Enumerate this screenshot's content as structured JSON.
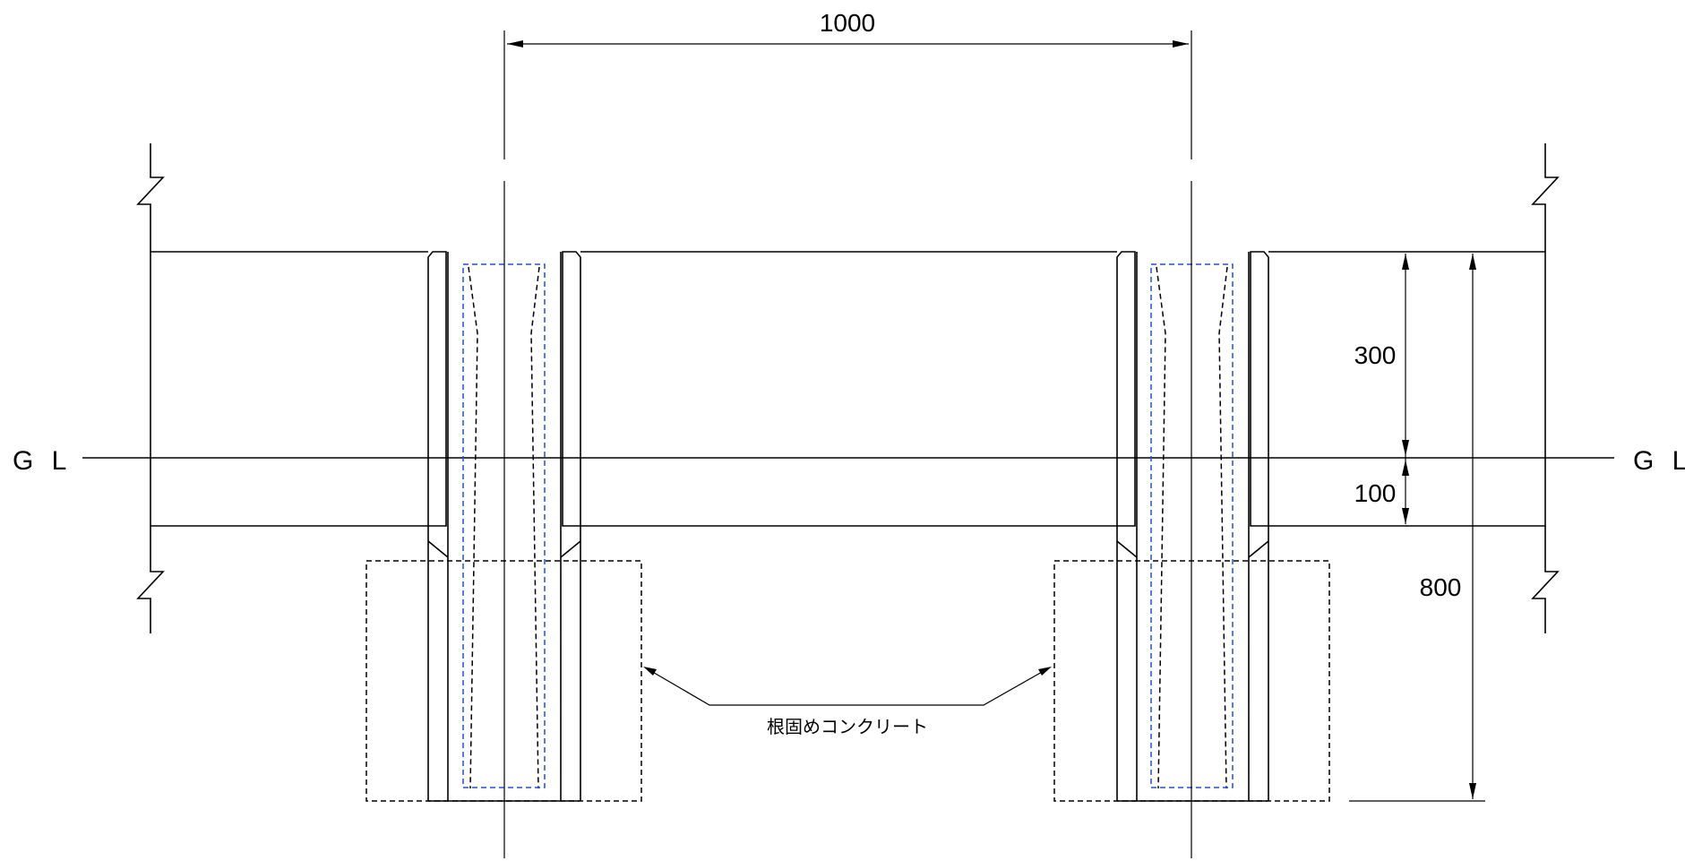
{
  "dimensions": {
    "span": "1000",
    "upper_height": "300",
    "lower_height": "100",
    "total_depth": "800"
  },
  "labels": {
    "gl_left": "G L",
    "gl_right": "G L",
    "footing_note": "根固めコンクリート"
  },
  "colors": {
    "line": "#000000",
    "core": "#1f4fe0"
  }
}
